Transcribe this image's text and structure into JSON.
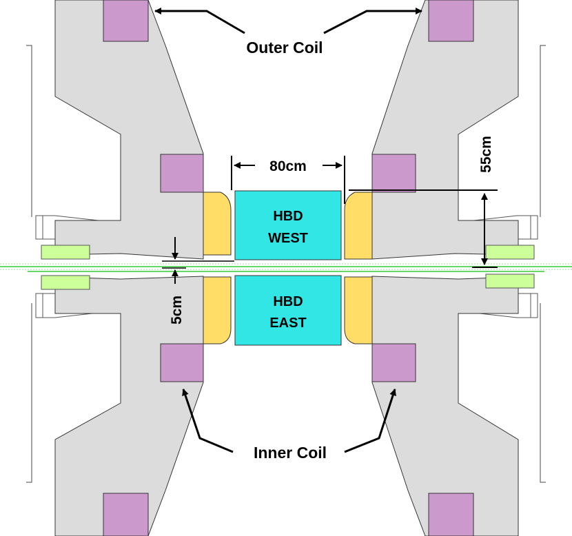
{
  "labels": {
    "outer_coil": "Outer Coil",
    "inner_coil": "Inner Coil",
    "width_dim": "80cm",
    "height_dim": "55cm",
    "gap_dim": "5cm",
    "hbd_west_line1": "HBD",
    "hbd_west_line2": "WEST",
    "hbd_east_line1": "HBD",
    "hbd_east_line2": "EAST"
  },
  "colors": {
    "magnet_steel": "#dcdcdc",
    "coil": "#cc99cc",
    "hbd": "#33e6e6",
    "pole_tip": "#ffdd66",
    "small_detector": "#ccff99",
    "beam_pipe": "#33cc33",
    "outline": "#000000"
  }
}
